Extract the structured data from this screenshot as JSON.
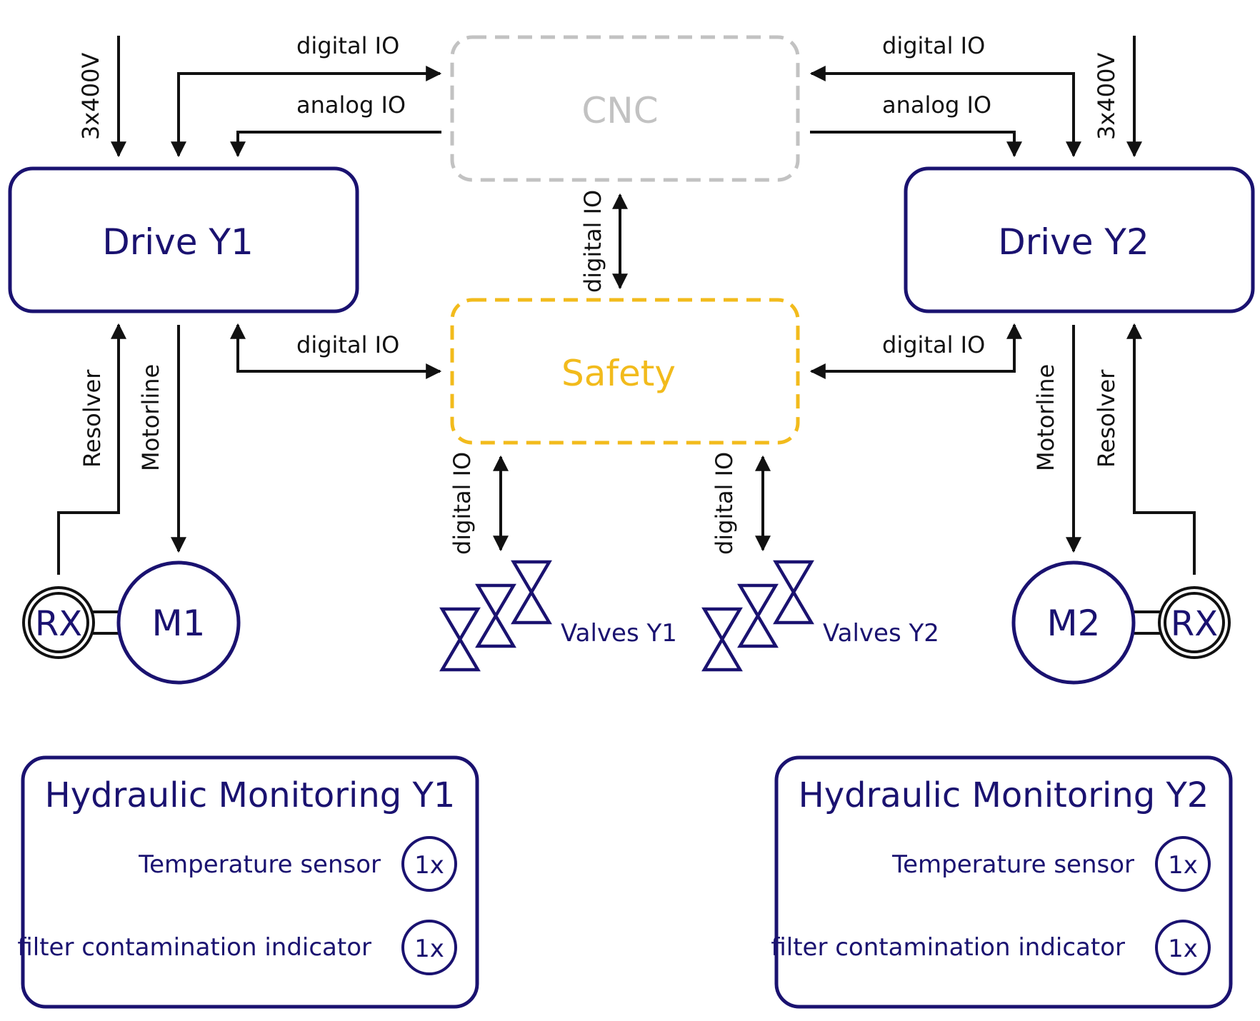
{
  "colors": {
    "primary": "#1a1270",
    "cnc": "#c2c2c2",
    "safety": "#f2bb1c",
    "line": "#111111"
  },
  "nodes": {
    "cnc": "CNC",
    "safety": "Safety",
    "drive_y1": "Drive Y1",
    "drive_y2": "Drive Y2",
    "motor_m1": "M1",
    "motor_m2": "M2",
    "resolver_y1": "RX",
    "resolver_y2": "RX",
    "valves_y1": "Valves Y1",
    "valves_y2": "Valves Y2"
  },
  "connections": {
    "power_y1": "3x400V",
    "power_y2": "3x400V",
    "cnc_y1_digital": "digital IO",
    "cnc_y1_analog": "analog IO",
    "cnc_y2_digital": "digital IO",
    "cnc_y2_analog": "analog IO",
    "cnc_safety": "digital IO",
    "safety_y1": "digital IO",
    "safety_y2": "digital IO",
    "safety_valves_y1": "digital IO",
    "safety_valves_y2": "digital IO",
    "resolver_line_y1": "Resolver",
    "motorline_y1": "Motorline",
    "resolver_line_y2": "Resolver",
    "motorline_y2": "Motorline"
  },
  "monitoring": [
    {
      "title": "Hydraulic Monitoring Y1",
      "sensors": [
        {
          "label": "Temperature sensor",
          "count": "1x"
        },
        {
          "label": "filter contamination indicator",
          "count": "1x"
        }
      ]
    },
    {
      "title": "Hydraulic Monitoring Y2",
      "sensors": [
        {
          "label": "Temperature sensor",
          "count": "1x"
        },
        {
          "label": "filter contamination indicator",
          "count": "1x"
        }
      ]
    }
  ]
}
